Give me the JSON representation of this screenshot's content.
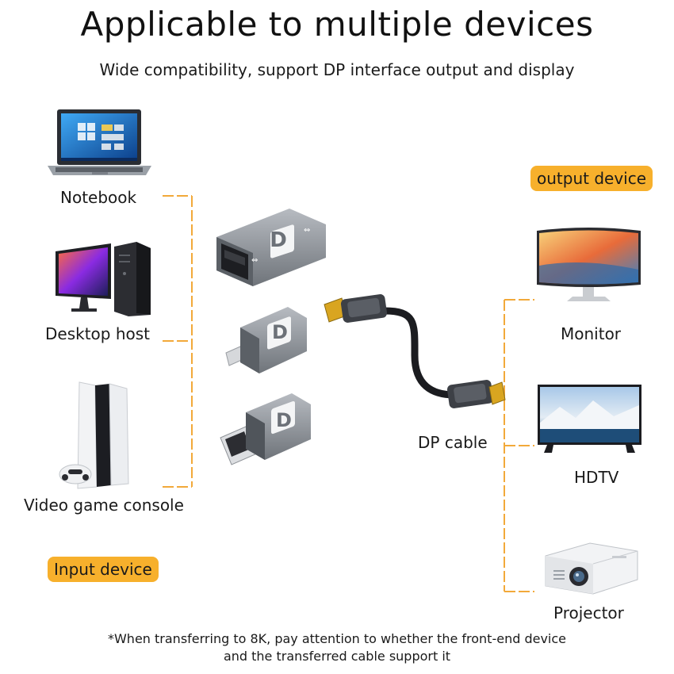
{
  "header": {
    "title": "Applicable to multiple devices",
    "subtitle": "Wide compatibility, support DP interface output and display"
  },
  "input": {
    "tag": "Input device",
    "devices": [
      {
        "label": "Notebook",
        "icon": "laptop-icon"
      },
      {
        "label": "Desktop host",
        "icon": "desktop-pc-icon"
      },
      {
        "label": "Video game console",
        "icon": "game-console-icon"
      }
    ]
  },
  "middle": {
    "cable_label": "DP cable",
    "adapter_logo": "D"
  },
  "output": {
    "tag": "output device",
    "devices": [
      {
        "label": "Monitor",
        "icon": "monitor-icon"
      },
      {
        "label": "HDTV",
        "icon": "tv-icon"
      },
      {
        "label": "Projector",
        "icon": "projector-icon"
      }
    ]
  },
  "footnote": {
    "line1": "*When transferring to 8K, pay attention to whether the front-end device",
    "line2": "and the transferred cable support it"
  },
  "colors": {
    "accent": "#f7b02c",
    "connector_line": "#f2a93a",
    "metal": "#8d9298"
  }
}
